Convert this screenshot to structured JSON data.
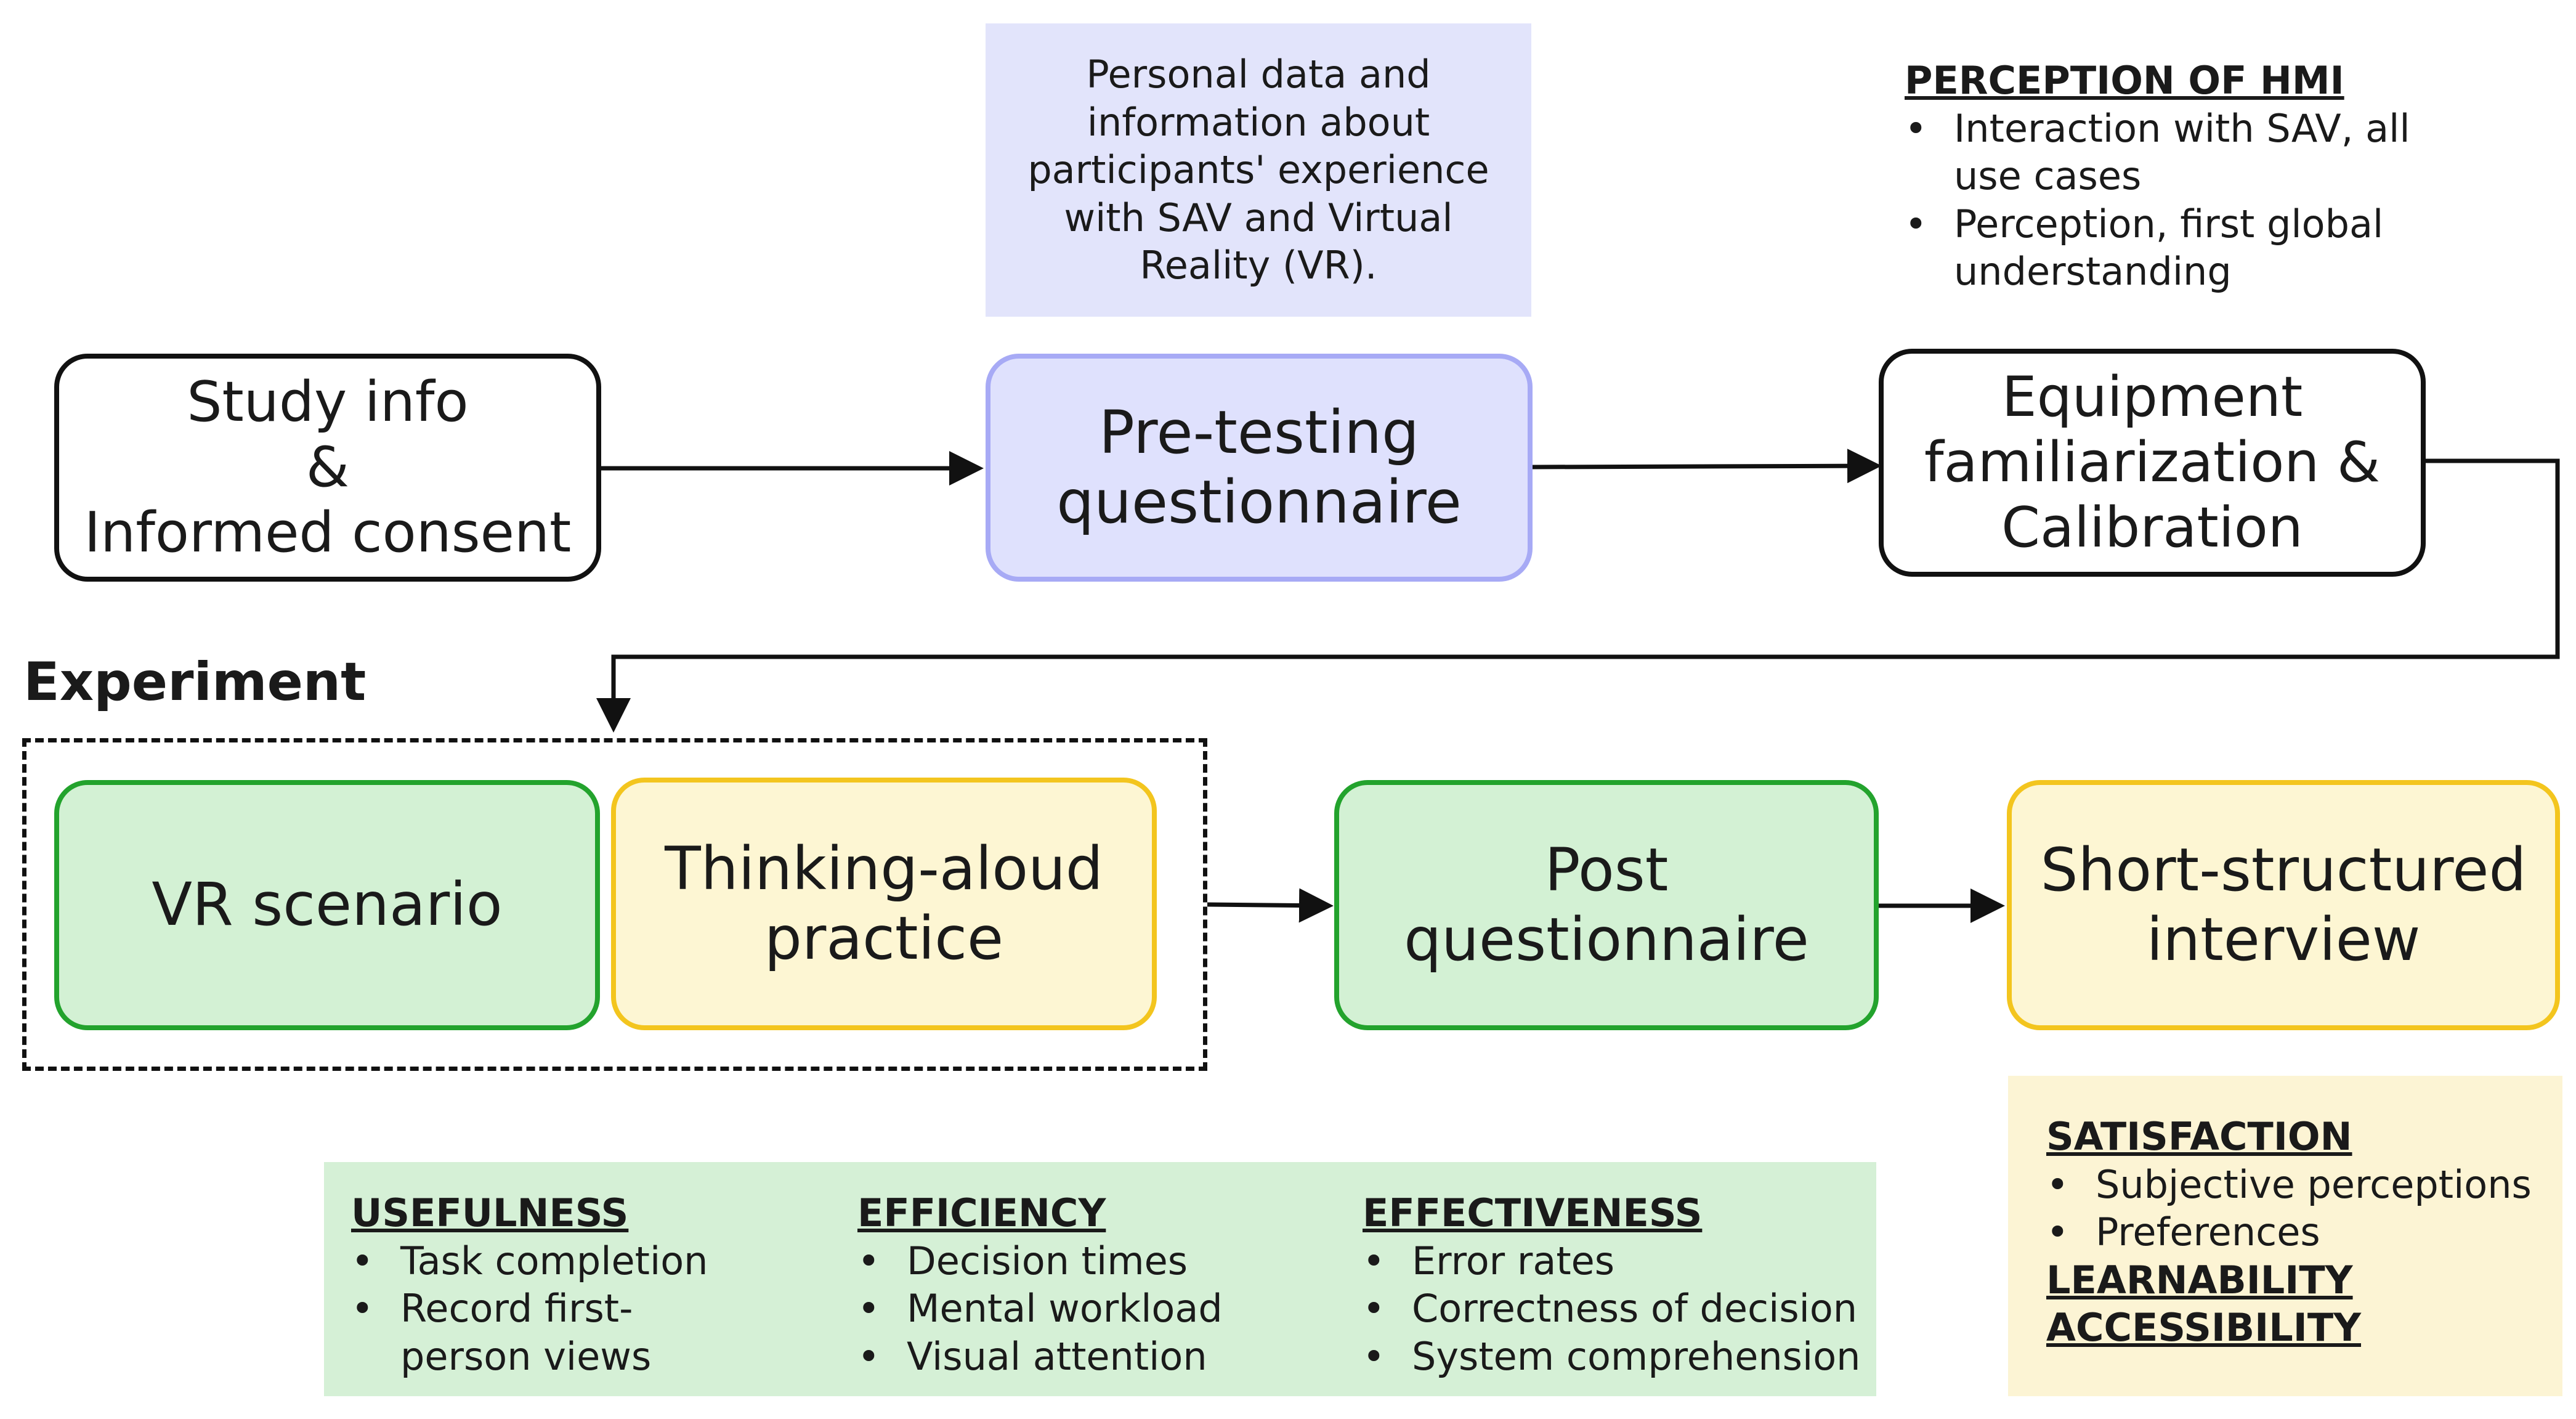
{
  "steps": {
    "study_info": [
      "Study info",
      "&",
      "Informed consent"
    ],
    "pretesting": [
      "Pre-testing",
      "questionnaire"
    ],
    "equipment": [
      "Equipment",
      "familiarization &",
      "Calibration"
    ],
    "vr_scenario": [
      "VR scenario"
    ],
    "thinking_aloud": [
      "Thinking-aloud",
      "practice"
    ],
    "post_questionnaire": [
      "Post",
      "questionnaire"
    ],
    "interview": [
      "Short-structured",
      "interview"
    ]
  },
  "pretesting_note": [
    "Personal data and",
    "information about",
    "participants' experience",
    "with SAV and Virtual",
    "Reality (VR)."
  ],
  "perception": {
    "heading": "PERCEPTION OF HMI",
    "items": [
      "Interaction with SAV, all use cases",
      "Perception, first global understanding"
    ]
  },
  "experiment_label": "Experiment",
  "metrics": {
    "usefulness": {
      "heading": "USEFULNESS",
      "items": [
        "Task completion",
        "Record first-person views"
      ]
    },
    "efficiency": {
      "heading": "EFFICIENCY",
      "items": [
        "Decision times",
        "Mental workload",
        "Visual attention"
      ]
    },
    "effectiveness": {
      "heading": "EFFECTIVENESS",
      "items": [
        "Error rates",
        "Correctness of decision",
        "System comprehension"
      ]
    }
  },
  "interview_note": {
    "satisfaction_heading": "SATISFACTION",
    "satisfaction_items": [
      "Subjective perceptions",
      "Preferences"
    ],
    "learnability_heading": "LEARNABILITY",
    "accessibility_heading": "ACCESSIBILITY"
  },
  "colors": {
    "blue_fill": "#dfe1fd",
    "blue_border": "#a7aaf5",
    "green_fill": "#d3f1d4",
    "green_border": "#23a32d",
    "yellow_fill": "#fdf6d3",
    "yellow_border": "#f3c51e"
  }
}
